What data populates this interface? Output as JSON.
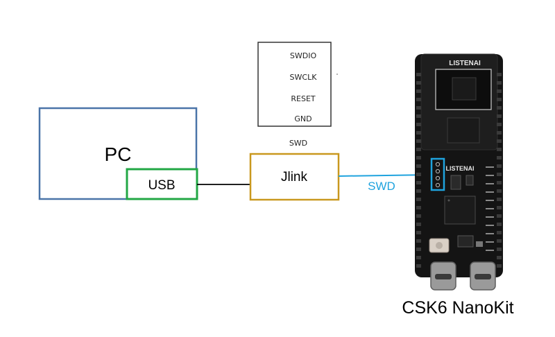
{
  "pc": {
    "label": "PC"
  },
  "usb": {
    "label": "USB"
  },
  "jlink": {
    "label": "Jlink"
  },
  "swd_legend": {
    "title": "SWD",
    "pins": [
      "SWDIO",
      "SWCLK",
      "RESET",
      "GND"
    ]
  },
  "link_label": "SWD",
  "board": {
    "name": "CSK6 NanoKit",
    "logo_text": "LISTENAI",
    "chip_logo_text": "LISTENAI"
  },
  "colors": {
    "pc_border": "#4a74a8",
    "usb_border": "#22a745",
    "jlink_border": "#c9981e",
    "swd_line": "#1fa3de",
    "swd_text": "#1fa3de",
    "board": "#141414"
  }
}
